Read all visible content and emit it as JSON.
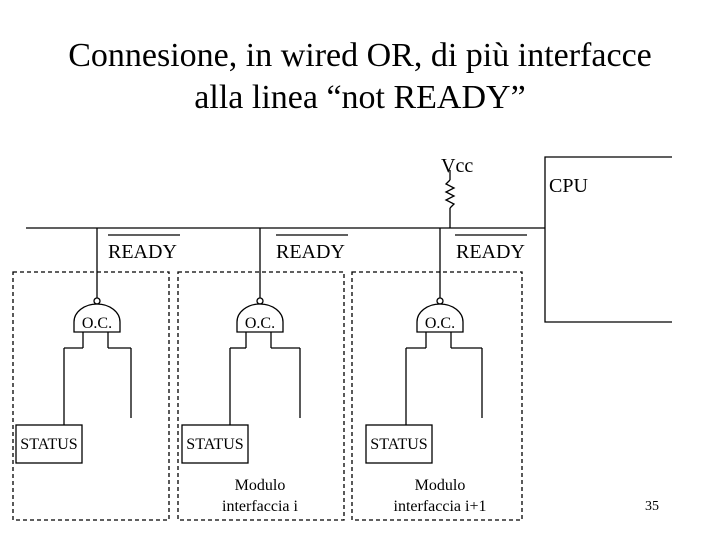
{
  "slide": {
    "title_line1": "Connesione, in wired OR, di più interfacce",
    "title_line2": "alla linea “not READY”",
    "page_number": "35"
  },
  "diagram": {
    "vcc_label": "Vcc",
    "cpu_label": "CPU",
    "ready_labels": [
      "READY",
      "READY",
      "READY"
    ],
    "gate_labels": [
      "O.C.",
      "O.C.",
      "O.C."
    ],
    "status_labels": [
      "STATUS",
      "STATUS",
      "STATUS"
    ],
    "module_labels": [
      {
        "line1": "",
        "line2": ""
      },
      {
        "line1": "Modulo",
        "line2": "interfaccia i"
      },
      {
        "line1": "Modulo",
        "line2": "interfaccia i+1"
      }
    ]
  }
}
